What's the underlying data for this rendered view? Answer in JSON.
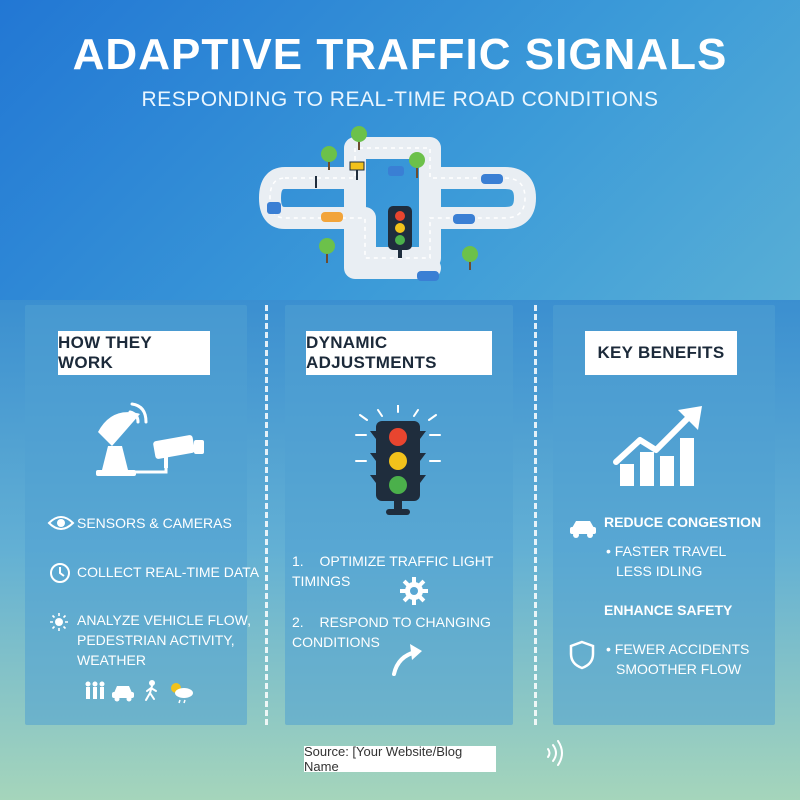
{
  "header": {
    "title": "ADAPTIVE TRAFFIC SIGNALS",
    "subtitle": "RESPONDING TO REAL-TIME ROAD CONDITIONS"
  },
  "how_they_work": {
    "heading": "HOW THEY WORK",
    "items": [
      {
        "icon": "eye-icon",
        "text": "SENSORS & CAMERAS"
      },
      {
        "icon": "clock-icon",
        "text": "COLLECT REAL-TIME DATA"
      },
      {
        "icon": "sun-icon",
        "lines": [
          "ANALYZE VEHICLE FLOW,",
          "PEDESTRIAN ACTIVITY,",
          "WEATHER"
        ]
      }
    ],
    "icons_row": [
      "people-icon",
      "car-icon",
      "walking-person-icon",
      "weather-icon"
    ]
  },
  "dynamic_adjustments": {
    "heading": "DYNAMIC ADJUSTMENTS",
    "items": [
      {
        "number": "1.",
        "text": "OPTIMIZE TRAFFIC LIGHT TIMINGS"
      },
      {
        "number": "2.",
        "text": "RESPOND TO CHANGING CONDITIONS"
      }
    ]
  },
  "key_benefits": {
    "heading": "KEY BENEFITS",
    "groups": [
      {
        "title": "REDUCE CONGESTION",
        "icon": "car-icon",
        "bullets": [
          "FASTER TRAVEL",
          "LESS IDLING"
        ]
      },
      {
        "title": "ENHANCE SAFETY",
        "icon": "shield-icon",
        "bullets": [
          "FEWER ACCIDENTS",
          "SMOOTHER FLOW"
        ]
      }
    ]
  },
  "footer": {
    "source": "Source: [Your Website/Blog Name"
  },
  "colors": {
    "red": "#e8452f",
    "yellow": "#f2c21b",
    "green": "#4bb04b",
    "dark": "#1f2d3d"
  }
}
